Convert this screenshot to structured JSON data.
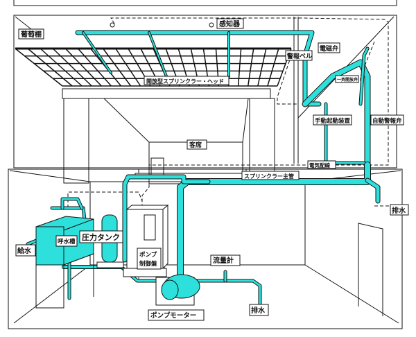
{
  "title": "開放型スプリンクラー設備",
  "colors": {
    "pipe": "#2ee0dc",
    "line": "#111111"
  },
  "labels": {
    "grape_trellis": "葡萄棚",
    "detector": "感知器",
    "solenoid_valve": "電磁弁",
    "alarm_bell": "警報ベル",
    "open_sprinkler_head": "開放型スプリンクラー・ヘッド",
    "deluge_valve": "一斉開放弁",
    "manual_starter": "手動起動装置",
    "auto_alarm_valve": "自動警報弁",
    "audience_seats": "客席",
    "electric_wiring": "電気配線",
    "sprinkler_main": "スプリンクラー主管",
    "drain_right": "排水",
    "priming_tank": "呼水槽",
    "pressure_tank": "圧力タンク",
    "pump_panel_line1": "ポンプ",
    "pump_panel_line2": "制御盤",
    "water_supply": "給水",
    "flow_meter": "流量計",
    "pump_motor": "ポンプモーター",
    "drain_bottom": "排水"
  }
}
